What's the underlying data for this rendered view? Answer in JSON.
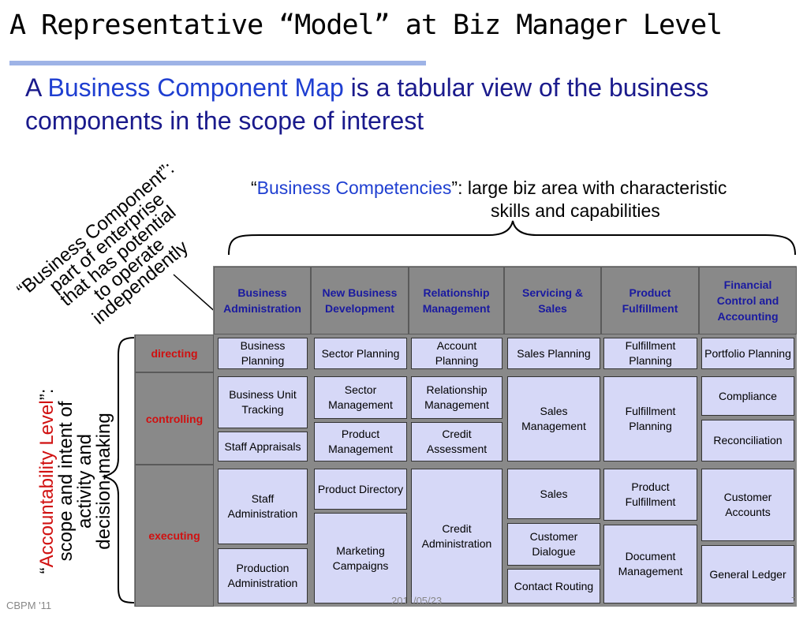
{
  "title": "A Representative “Model” at Biz Manager Level",
  "subtitle": {
    "prefix": "A ",
    "highlight": "Business Component Map",
    "suffix": " is a tabular view of the business components in the scope of interest"
  },
  "competencies_note": {
    "open_quote": "“",
    "highlight": "Business Competencies",
    "close": "”: large biz area with characteristic",
    "line2": "skills and capabilities"
  },
  "component_note": {
    "line1": "“Business Component”:",
    "line2": "part of enterprise",
    "line3": "that has potential",
    "line4": "to operate",
    "line5": "independently"
  },
  "accountability_note": {
    "open_quote": "“",
    "highlight": "Accountability Level",
    "close": "”:",
    "line2": "scope and intent of",
    "line3": "activity and",
    "line4": "decision-making"
  },
  "columns": [
    "Business Administration",
    "New Business Development",
    "Relationship Management",
    "Servicing & Sales",
    "Product Fulfillment",
    "Financial Control and Accounting"
  ],
  "rows": [
    "directing",
    "controlling",
    "executing"
  ],
  "components": {
    "c1": [
      "Business Planning",
      "Business Unit Tracking",
      "Staff Appraisals",
      "Staff Administration",
      "Production Administration"
    ],
    "c2": [
      "Sector Planning",
      "Sector Management",
      "Product Management",
      "Product Directory",
      "Marketing Campaigns"
    ],
    "c3": [
      "Account Planning",
      "Relationship Management",
      "Credit Assessment",
      "Credit Administration"
    ],
    "c4": [
      "Sales Planning",
      "Sales Management",
      "Sales",
      "Customer Dialogue",
      "Contact Routing"
    ],
    "c5": [
      "Fulfillment Planning",
      "Fulfillment Planning",
      "Product Fulfillment",
      "Document Management"
    ],
    "c6": [
      "Portfolio Planning",
      "Compliance",
      "Reconciliation",
      "Customer Accounts",
      "General Ledger"
    ]
  },
  "footer": {
    "left": "CBPM '11",
    "date": "2011/05/23",
    "page": "7"
  },
  "colors": {
    "header_bg": "#898989",
    "component_bg": "#d6d8f7",
    "row_label": "#d01010",
    "accent_blue": "#1f3fd1",
    "title_rule": "#9eb3e6"
  }
}
